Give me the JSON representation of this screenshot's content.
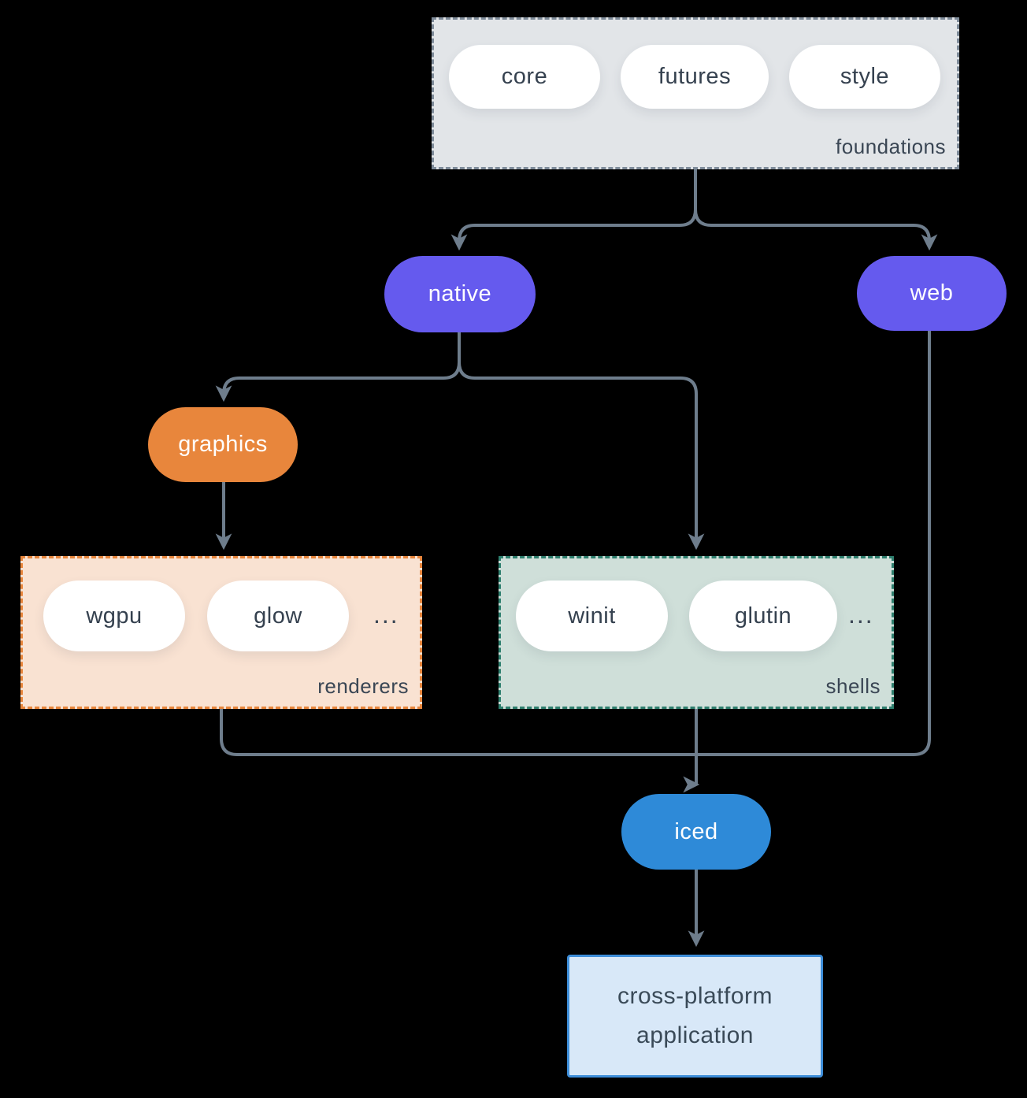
{
  "diagram": {
    "foundations": {
      "label": "foundations",
      "items": [
        "core",
        "futures",
        "style"
      ]
    },
    "native": {
      "label": "native"
    },
    "web": {
      "label": "web"
    },
    "graphics": {
      "label": "graphics"
    },
    "renderers": {
      "label": "renderers",
      "items": [
        "wgpu",
        "glow"
      ],
      "more": "..."
    },
    "shells": {
      "label": "shells",
      "items": [
        "winit",
        "glutin"
      ],
      "more": "..."
    },
    "iced": {
      "label": "iced"
    },
    "app": {
      "line1": "cross-platform",
      "line2": "application"
    }
  },
  "colors": {
    "background": "#000000",
    "wire": "#6e7d8c",
    "purple_node": "#655aee",
    "orange_node": "#e8863c",
    "blue_node": "#2e8ad8",
    "foundations_fill": "#e2e5e8",
    "foundations_border": "#7e8b99",
    "renderers_fill": "#f9e2d2",
    "renderers_border": "#e8863c",
    "shells_fill": "#cfdfd9",
    "shells_border": "#2e7f6e",
    "app_fill": "#d8e8f8",
    "app_border": "#3e8ed9",
    "dark_text": "#35414f",
    "white_text": "#ffffff"
  }
}
